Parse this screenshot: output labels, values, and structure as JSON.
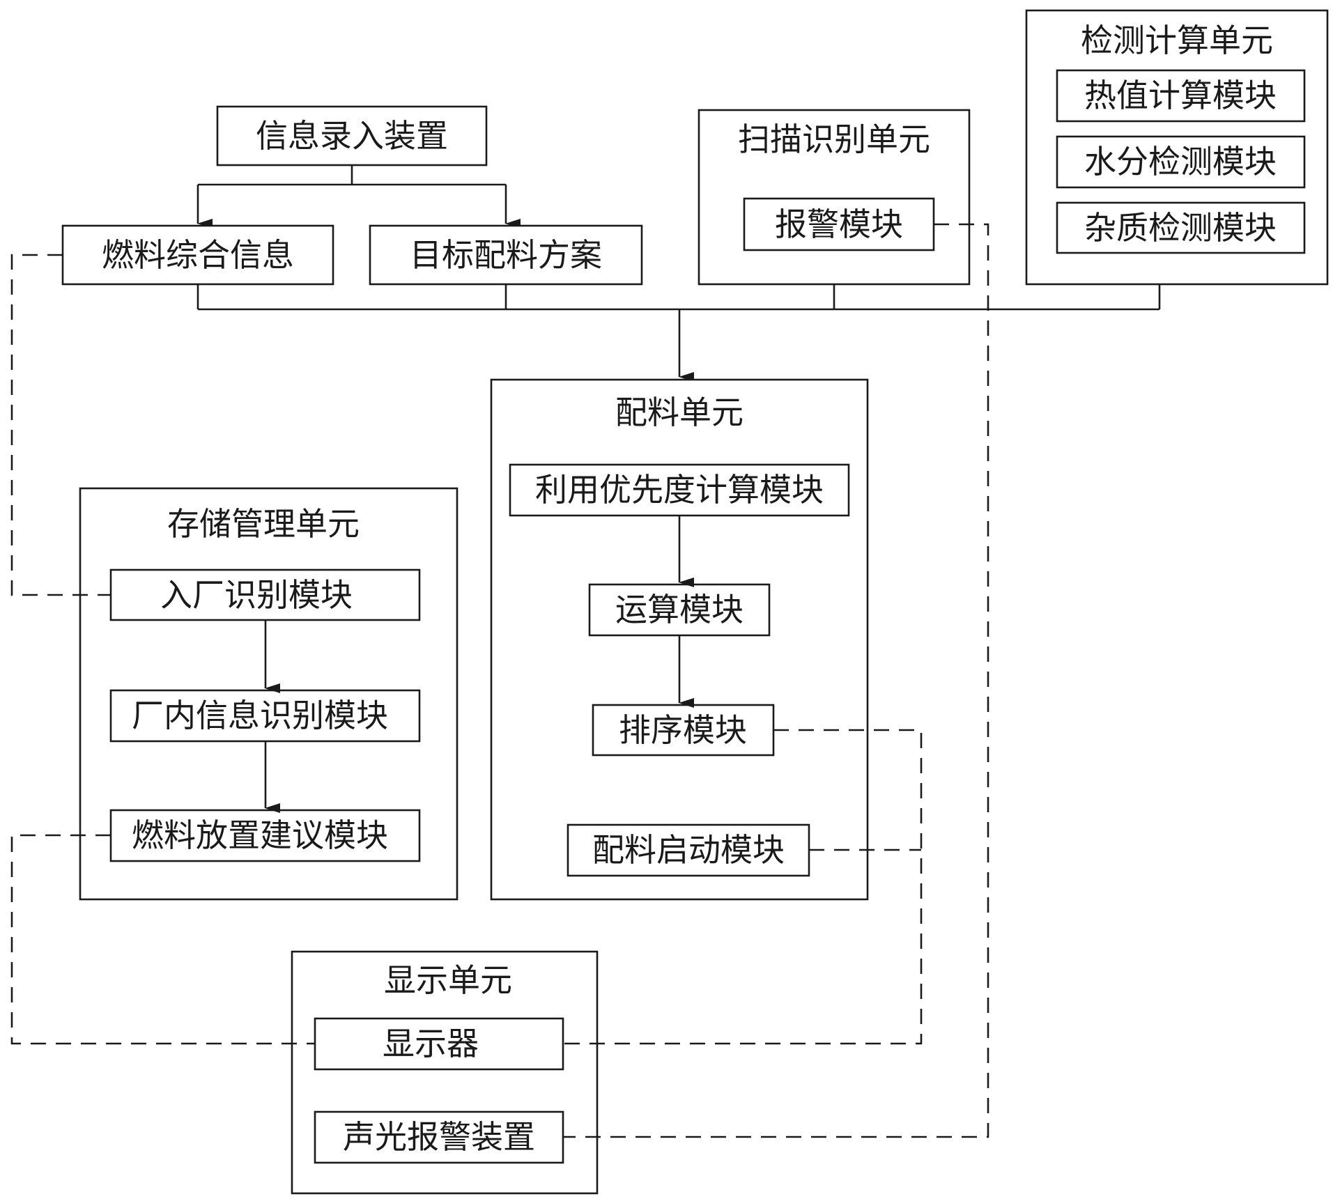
{
  "input": {
    "device": "信息录入装置",
    "fuel_info": "燃料综合信息",
    "target_plan": "目标配料方案"
  },
  "scan_unit": {
    "title": "扫描识别单元",
    "alarm_module": "报警模块"
  },
  "detect_unit": {
    "title": "检测计算单元",
    "modules": [
      "热值计算模块",
      "水分检测模块",
      "杂质检测模块"
    ]
  },
  "batching_unit": {
    "title": "配料单元",
    "priority_module": "利用优先度计算模块",
    "compute_module": "运算模块",
    "sort_module": "排序模块",
    "start_module": "配料启动模块"
  },
  "storage_unit": {
    "title": "存储管理单元",
    "entry_module": "入厂识别模块",
    "inplant_module": "厂内信息识别模块",
    "placement_module": "燃料放置建议模块"
  },
  "display_unit": {
    "title": "显示单元",
    "display": "显示器",
    "alarm_device": "声光报警装置"
  }
}
